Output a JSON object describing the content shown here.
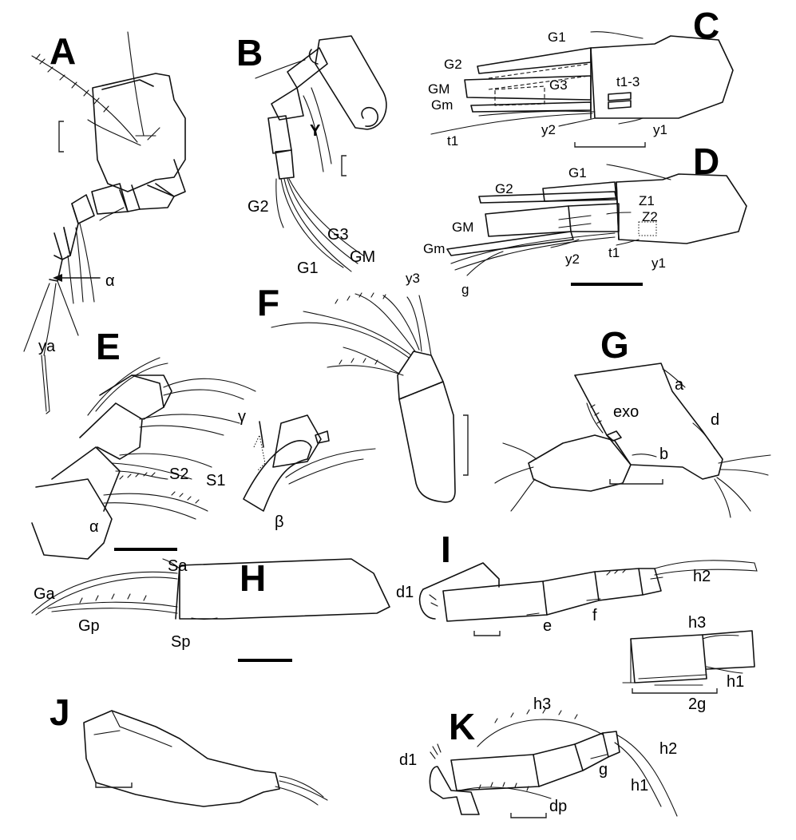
{
  "panels": [
    "A",
    "B",
    "C",
    "D",
    "E",
    "F",
    "G",
    "H",
    "I",
    "J",
    "K"
  ],
  "labels": {
    "A": [
      "α",
      "ya"
    ],
    "B": [
      "Y",
      "G2",
      "G3",
      "GM",
      "G1"
    ],
    "C": [
      "G1",
      "G2",
      "GM",
      "Gm",
      "G3",
      "t1-3",
      "t1",
      "y2",
      "y1"
    ],
    "D": [
      "G1",
      "G2",
      "Z1",
      "Z2",
      "GM",
      "Gm",
      "y3",
      "g",
      "y2",
      "t1",
      "y1"
    ],
    "E": [
      "γ",
      "S2",
      "S1",
      "α",
      "β"
    ],
    "G": [
      "a",
      "exo",
      "d",
      "b"
    ],
    "H": [
      "Sa",
      "Ga",
      "Gp",
      "Sp"
    ],
    "I": [
      "d1",
      "e",
      "f",
      "h2",
      "h3",
      "h1",
      "2g"
    ],
    "K": [
      "h3",
      "d1",
      "g",
      "h2",
      "h1",
      "dp"
    ]
  },
  "colors": {
    "ink": "#111111",
    "background": "#ffffff"
  }
}
